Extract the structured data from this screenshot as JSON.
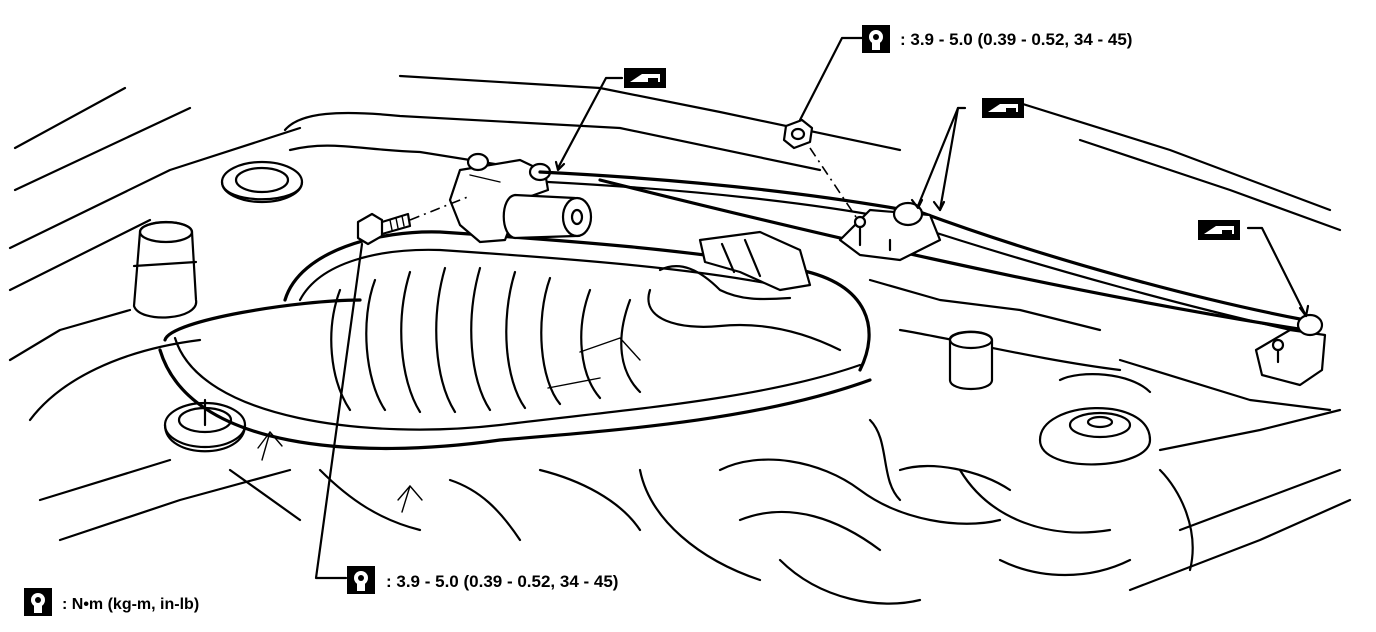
{
  "torque_top": {
    "icon": "torque-wrench-icon",
    "value": ": 3.9 - 5.0 (0.39 - 0.52, 34 - 45)"
  },
  "torque_bottom": {
    "icon": "torque-wrench-icon",
    "value": ": 3.9 - 5.0 (0.39 - 0.52, 34 - 45)"
  },
  "legend": {
    "icon": "torque-wrench-icon",
    "text": ": N•m  (kg-m,  in-lb)"
  },
  "grease_symbols": [
    {
      "icon": "grease-point-icon",
      "near": "motor arm"
    },
    {
      "icon": "grease-point-icon",
      "near": "center pivot"
    },
    {
      "icon": "grease-point-icon",
      "near": "right pivot"
    }
  ],
  "colors": {
    "ink": "#000000",
    "paper": "#ffffff"
  }
}
